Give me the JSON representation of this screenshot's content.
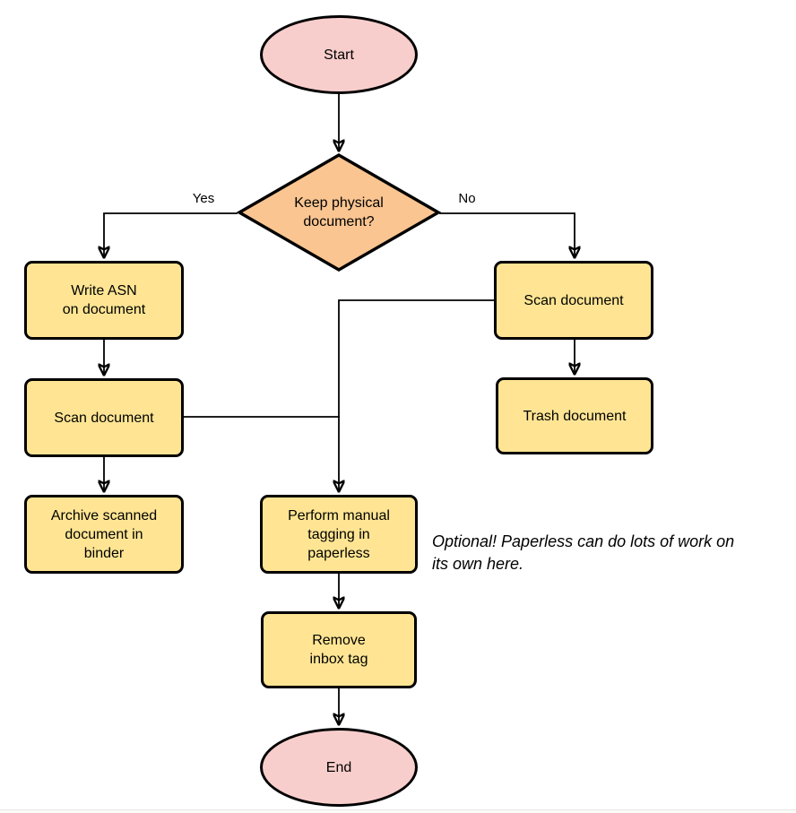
{
  "colors": {
    "canvas": "#ffffff",
    "pink": "#f8cecc",
    "orange": "#fac591",
    "yellow": "#ffe593",
    "line": "#000000"
  },
  "flowchart": {
    "nodes": {
      "start": {
        "label": "Start"
      },
      "decision": {
        "lines": [
          "Keep physical",
          "document?"
        ]
      },
      "write_asn": {
        "lines": [
          "Write ASN",
          "on document"
        ]
      },
      "scan_left": {
        "lines": [
          "Scan document"
        ]
      },
      "archive": {
        "lines": [
          "Archive scanned",
          "document in",
          "binder"
        ]
      },
      "scan_right": {
        "lines": [
          "Scan document"
        ]
      },
      "trash": {
        "lines": [
          "Trash document"
        ]
      },
      "tagging": {
        "lines": [
          "Perform manual",
          "tagging in",
          "paperless"
        ]
      },
      "remove_inbox": {
        "lines": [
          "Remove",
          "inbox tag"
        ]
      },
      "end": {
        "label": "End"
      }
    },
    "edge_labels": {
      "yes": "Yes",
      "no": "No"
    },
    "annotation": {
      "lines": [
        "Optional! Paperless can do lots of work on",
        "its own here."
      ]
    }
  }
}
